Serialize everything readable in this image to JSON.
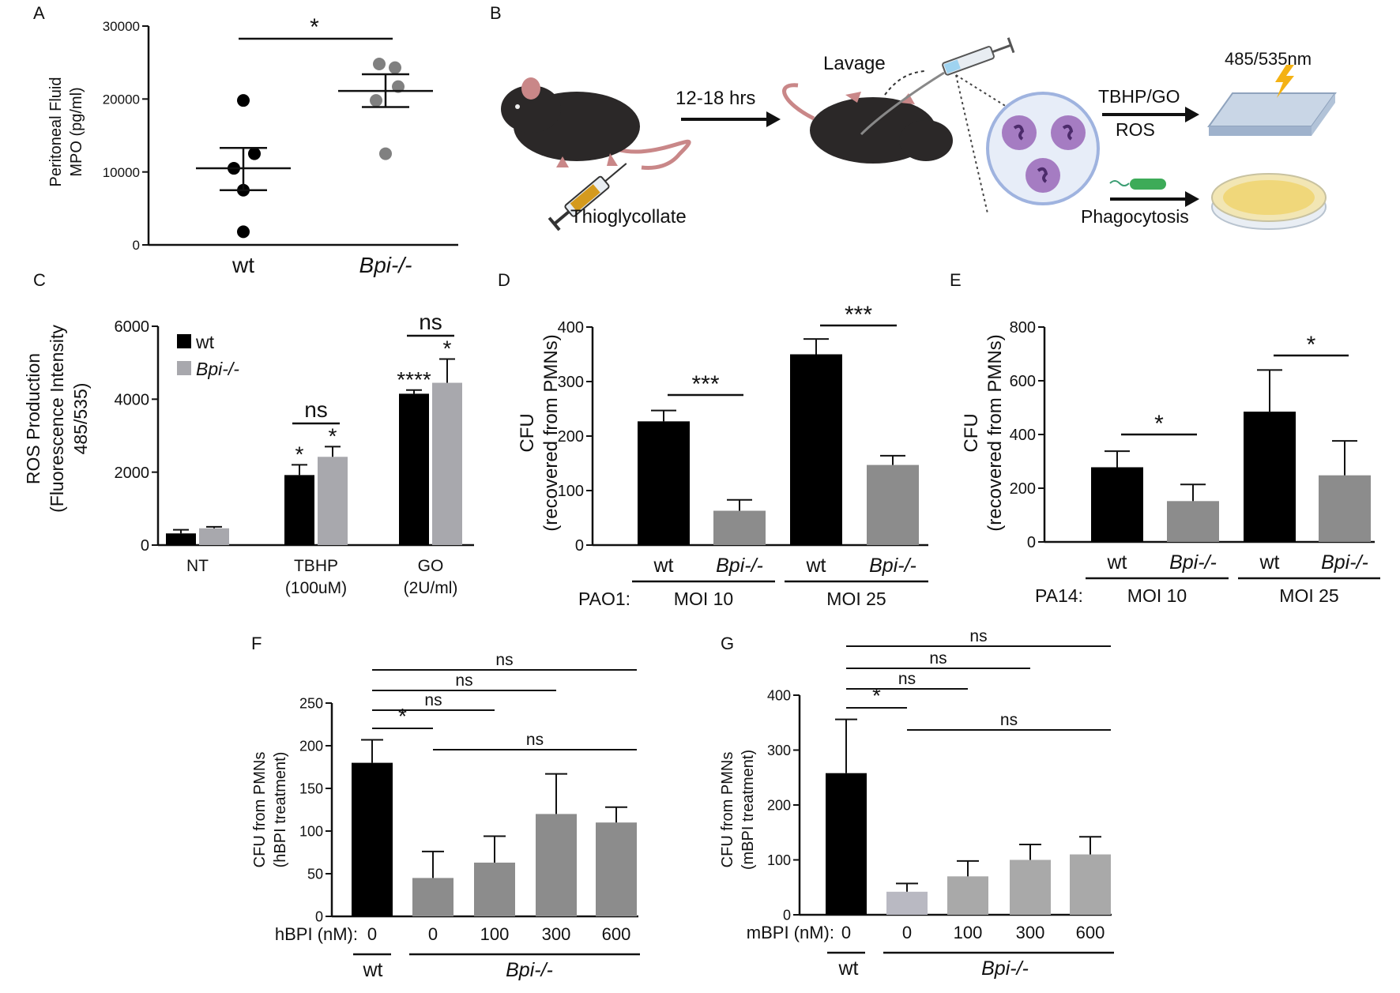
{
  "panel_letters": [
    "A",
    "B",
    "C",
    "D",
    "E",
    "F",
    "G"
  ],
  "colors": {
    "wt": "#000000",
    "ko": "#808080",
    "ko_light": "#a8a8ad",
    "ko_pale": "#b9b9c2",
    "ko_mid": "#8c8c8c",
    "ko_ltg": "#a9a9a9"
  },
  "schematic": {
    "step1": "12-18 hrs",
    "lavage": "Lavage",
    "thioglycollate": "Thioglycollate",
    "assay1": "TBHP/GO",
    "assay1_sub": "ROS",
    "readout": "485/535nm",
    "assay2": "Phagocytosis"
  },
  "chart_data": [
    {
      "panel": "A",
      "type": "scatter",
      "ylabel_lines": [
        "Peritoneal Fluid",
        "MPO (pg/ml)"
      ],
      "ylim": [
        0,
        30000
      ],
      "yticks": [
        "0",
        "10000",
        "20000",
        "30000"
      ],
      "categories": [
        "wt",
        "Bpi-/-"
      ],
      "series": [
        {
          "name": "wt",
          "points": [
            19800,
            12500,
            10500,
            7500,
            1800
          ],
          "mean": 10500,
          "sem_low": 7500,
          "sem_high": 13300
        },
        {
          "name": "Bpi-/-",
          "points": [
            24800,
            24300,
            21700,
            19800,
            12500
          ],
          "mean": 21100,
          "sem_low": 18900,
          "sem_high": 23400
        }
      ],
      "significance": [
        {
          "label": "*",
          "from": 0,
          "to": 1
        }
      ]
    },
    {
      "panel": "C",
      "type": "bar",
      "ylabel_lines": [
        "ROS Production",
        "(Fluorescence Intensity",
        "485/535)"
      ],
      "ylim": [
        0,
        6000
      ],
      "yticks": [
        "0",
        "2000",
        "4000",
        "6000"
      ],
      "group_labels": [
        [
          "NT"
        ],
        [
          "TBHP",
          "(100uM)"
        ],
        [
          "GO",
          "(2U/ml)"
        ]
      ],
      "legend": [
        "wt",
        "Bpi-/-"
      ],
      "series": [
        {
          "name": "wt",
          "values": [
            320,
            1920,
            4150
          ],
          "errors": [
            100,
            280,
            100
          ],
          "stars": [
            "",
            "*",
            "****"
          ]
        },
        {
          "name": "Bpi-/-",
          "values": [
            460,
            2420,
            4450
          ],
          "errors": [
            40,
            280,
            650
          ],
          "stars": [
            "",
            "*",
            "*"
          ]
        }
      ],
      "brackets": [
        {
          "group": 1,
          "label": "ns"
        },
        {
          "group": 2,
          "label": "ns"
        }
      ]
    },
    {
      "panel": "D",
      "type": "bar",
      "ylabel_lines": [
        "CFU",
        "(recovered from PMNs)"
      ],
      "ylim": [
        0,
        400
      ],
      "yticks": [
        "0",
        "100",
        "200",
        "300",
        "400"
      ],
      "bar_labels": [
        "wt",
        "Bpi-/-",
        "wt",
        "Bpi-/-"
      ],
      "values": [
        227,
        63,
        350,
        147
      ],
      "errors": [
        20,
        20,
        28,
        17
      ],
      "strain_label": "PAO1:",
      "group_labels": [
        "MOI 10",
        "MOI 25"
      ],
      "brackets": [
        {
          "from": 0,
          "to": 1,
          "label": "***"
        },
        {
          "from": 2,
          "to": 3,
          "label": "***"
        }
      ]
    },
    {
      "panel": "E",
      "type": "bar",
      "ylabel_lines": [
        "CFU",
        "(recovered from PMNs)"
      ],
      "ylim": [
        0,
        800
      ],
      "yticks": [
        "0",
        "200",
        "400",
        "600",
        "800"
      ],
      "bar_labels": [
        "wt",
        "Bpi-/-",
        "wt",
        "Bpi-/-"
      ],
      "values": [
        278,
        152,
        485,
        248
      ],
      "errors": [
        60,
        62,
        155,
        128
      ],
      "strain_label": "PA14:",
      "group_labels": [
        "MOI 10",
        "MOI 25"
      ],
      "brackets": [
        {
          "from": 0,
          "to": 1,
          "label": "*"
        },
        {
          "from": 2,
          "to": 3,
          "label": "*"
        }
      ]
    },
    {
      "panel": "F",
      "type": "bar",
      "ylabel_lines": [
        "CFU from PMNs",
        "(hBPI treatment)"
      ],
      "ylim": [
        0,
        250
      ],
      "yticks": [
        "0",
        "50",
        "100",
        "150",
        "200",
        "250"
      ],
      "dose_label": "hBPI (nM):",
      "doses": [
        "0",
        "0",
        "100",
        "300",
        "600"
      ],
      "values": [
        180,
        45,
        63,
        120,
        110
      ],
      "errors": [
        27,
        31,
        31,
        47,
        18
      ],
      "genotypes": [
        "wt",
        "Bpi-/-"
      ],
      "comparisons": [
        {
          "from": 0,
          "to": 4,
          "label": "ns"
        },
        {
          "from": 0,
          "to": 3,
          "label": "ns"
        },
        {
          "from": 0,
          "to": 2,
          "label": "ns"
        },
        {
          "from": 0,
          "to": 1,
          "label": "*"
        },
        {
          "from": 1,
          "to": 4,
          "label": "ns"
        }
      ]
    },
    {
      "panel": "G",
      "type": "bar",
      "ylabel_lines": [
        "CFU from PMNs",
        "(mBPI treatment)"
      ],
      "ylim": [
        0,
        400
      ],
      "yticks": [
        "0",
        "100",
        "200",
        "300",
        "400"
      ],
      "dose_label": "mBPI (nM):",
      "doses": [
        "0",
        "0",
        "100",
        "300",
        "600"
      ],
      "values": [
        258,
        42,
        70,
        100,
        110
      ],
      "errors": [
        98,
        15,
        28,
        28,
        32
      ],
      "genotypes": [
        "wt",
        "Bpi-/-"
      ],
      "comparisons": [
        {
          "from": 0,
          "to": 4,
          "label": "ns"
        },
        {
          "from": 0,
          "to": 3,
          "label": "ns"
        },
        {
          "from": 0,
          "to": 2,
          "label": "ns"
        },
        {
          "from": 0,
          "to": 1,
          "label": "*"
        },
        {
          "from": 1,
          "to": 4,
          "label": "ns"
        }
      ]
    }
  ]
}
